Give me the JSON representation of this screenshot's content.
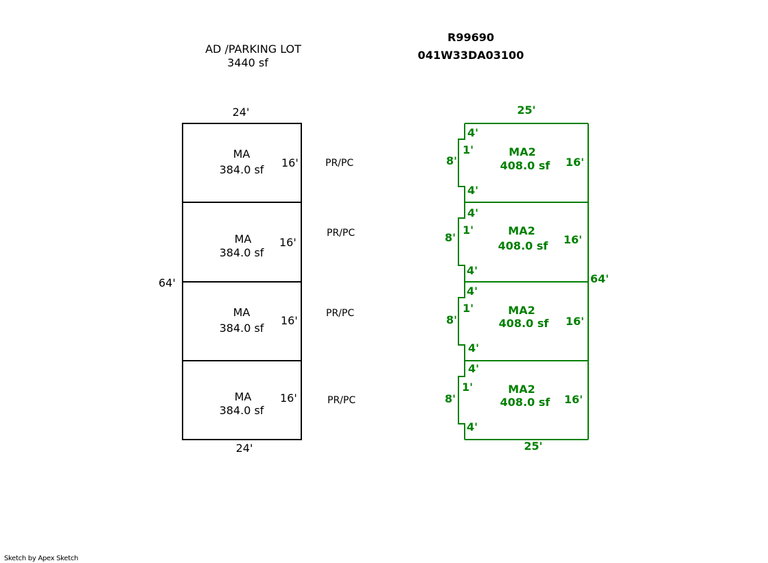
{
  "header": {
    "record_id": "R99690",
    "parcel_number": "041W33DA03100"
  },
  "lot": {
    "label": "AD /PARKING LOT",
    "area": "3440 sf"
  },
  "left_sketch": {
    "top_dim": "24'",
    "bottom_dim": "24'",
    "side_dim": "64'",
    "rooms": [
      {
        "name": "MA",
        "area": "384.0 sf",
        "dim": "16'",
        "tag": "PR/PC"
      },
      {
        "name": "MA",
        "area": "384.0 sf",
        "dim": "16'",
        "tag": "PR/PC"
      },
      {
        "name": "MA",
        "area": "384.0 sf",
        "dim": "16'",
        "tag": "PR/PC"
      },
      {
        "name": "MA",
        "area": "384.0 sf",
        "dim": "16'",
        "tag": "PR/PC"
      }
    ]
  },
  "right_sketch": {
    "color": "#008000",
    "top_dim": "25'",
    "bottom_dim": "25'",
    "side_dim": "64'",
    "rooms": [
      {
        "name": "MA2",
        "area": "408.0 sf",
        "dim": "16'",
        "notch_top": "4'",
        "notch_depth": "1'",
        "notch_len": "8'",
        "notch_bottom": "4'"
      },
      {
        "name": "MA2",
        "area": "408.0 sf",
        "dim": "16'",
        "notch_top": "4'",
        "notch_depth": "1'",
        "notch_len": "8'",
        "notch_bottom": "4'"
      },
      {
        "name": "MA2",
        "area": "408.0 sf",
        "dim": "16'",
        "notch_top": "4'",
        "notch_depth": "1'",
        "notch_len": "8'",
        "notch_bottom": "4'"
      },
      {
        "name": "MA2",
        "area": "408.0 sf",
        "dim": "16'",
        "notch_top": "4'",
        "notch_depth": "1'",
        "notch_len": "8'",
        "notch_bottom": "4'"
      }
    ]
  },
  "footer": {
    "credit": "Sketch by Apex Sketch"
  }
}
